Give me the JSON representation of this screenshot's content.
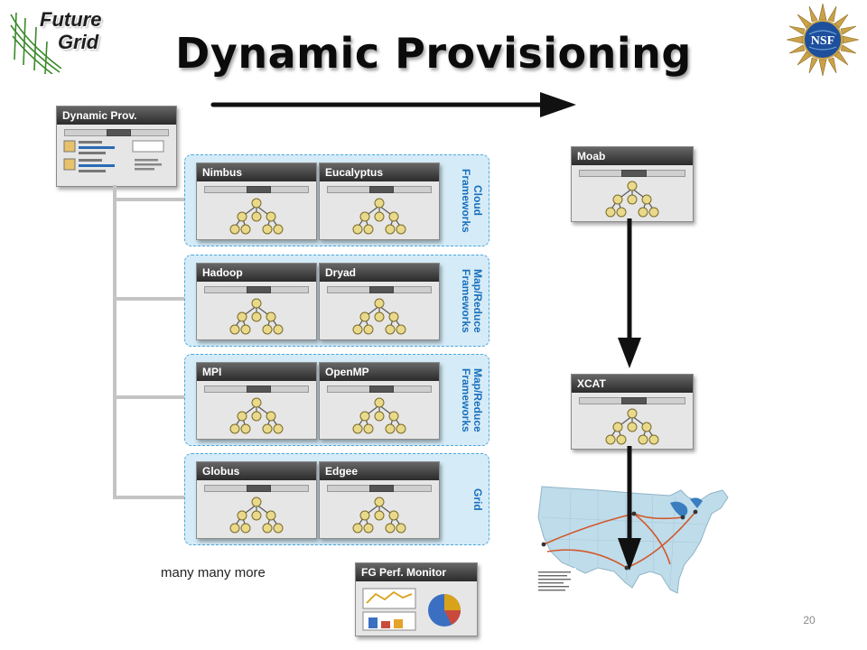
{
  "title": "Dynamic Provisioning",
  "logo": {
    "line1": "Future",
    "line2": "Grid"
  },
  "nsf_logo": {
    "text": "NSF"
  },
  "controller": {
    "title": "Dynamic Prov."
  },
  "groups": [
    {
      "label_line1": "Cloud",
      "label_line2": "Frameworks",
      "windows": [
        "Nimbus",
        "Eucalyptus"
      ]
    },
    {
      "label_line1": "Map/Reduce",
      "label_line2": "Frameworks",
      "windows": [
        "Hadoop",
        "Dryad"
      ]
    },
    {
      "label_line1": "Map/Reduce",
      "label_line2": "Frameworks",
      "windows": [
        "MPI",
        "OpenMP"
      ]
    },
    {
      "label_line1": "Grid",
      "label_line2": "",
      "windows": [
        "Globus",
        "Edgee"
      ]
    }
  ],
  "moab": {
    "title": "Moab"
  },
  "xcat": {
    "title": "XCAT"
  },
  "monitor": {
    "title": "FG Perf. Monitor"
  },
  "many_more": "many many more",
  "slide_number": "20",
  "colors": {
    "group_fill": "#d5ecf8",
    "group_border": "#4ea6dd",
    "label_blue": "#1a6fbc",
    "window_header": "#2b2b2b"
  }
}
